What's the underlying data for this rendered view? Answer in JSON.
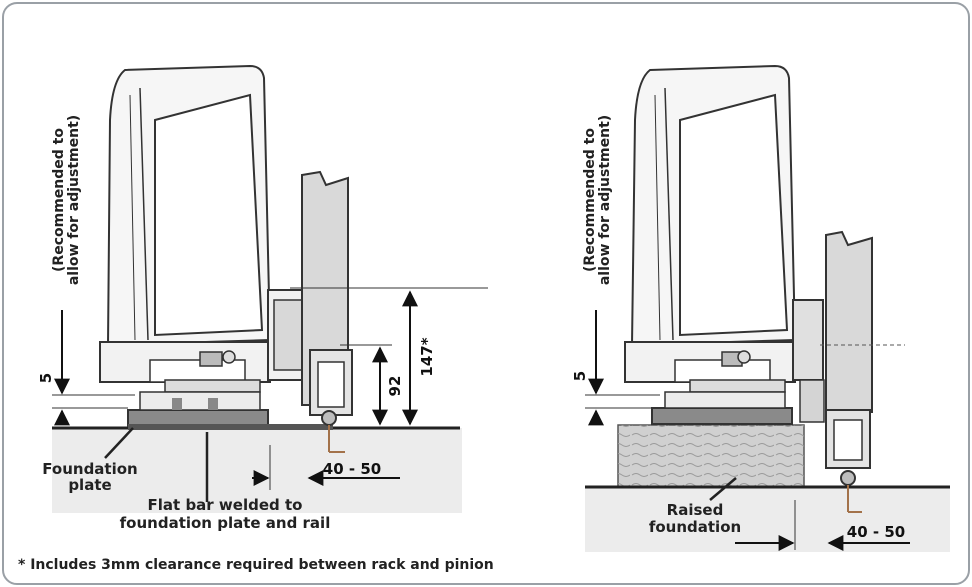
{
  "left": {
    "rotated_note_line1": "(Recommended to",
    "rotated_note_line2": "allow for adjustment)",
    "dim_5": "5",
    "dim_92": "92",
    "dim_147": "147*",
    "foundation_plate_line1": "Foundation",
    "foundation_plate_line2": "plate",
    "flat_bar_line1": "Flat bar welded to",
    "flat_bar_line2": "foundation plate and rail",
    "dim_40_50": "40 - 50"
  },
  "right": {
    "rotated_note_line1": "(Recommended to",
    "rotated_note_line2": "allow for adjustment)",
    "dim_5": "5",
    "raised_line1": "Raised",
    "raised_line2": "foundation",
    "dim_40_50": "40 - 50"
  },
  "footnote": "* Includes 3mm clearance required between rack and pinion",
  "colors": {
    "outline": "#333333",
    "machine_fill": "#f7f7f7",
    "ground_fill": "#e6e6e6",
    "plate_fill": "#8a8a8a",
    "gate_fill": "#d9d9d9",
    "wheel_fill": "#bdbdbd",
    "foundation_fill": "#c8c8c8"
  }
}
